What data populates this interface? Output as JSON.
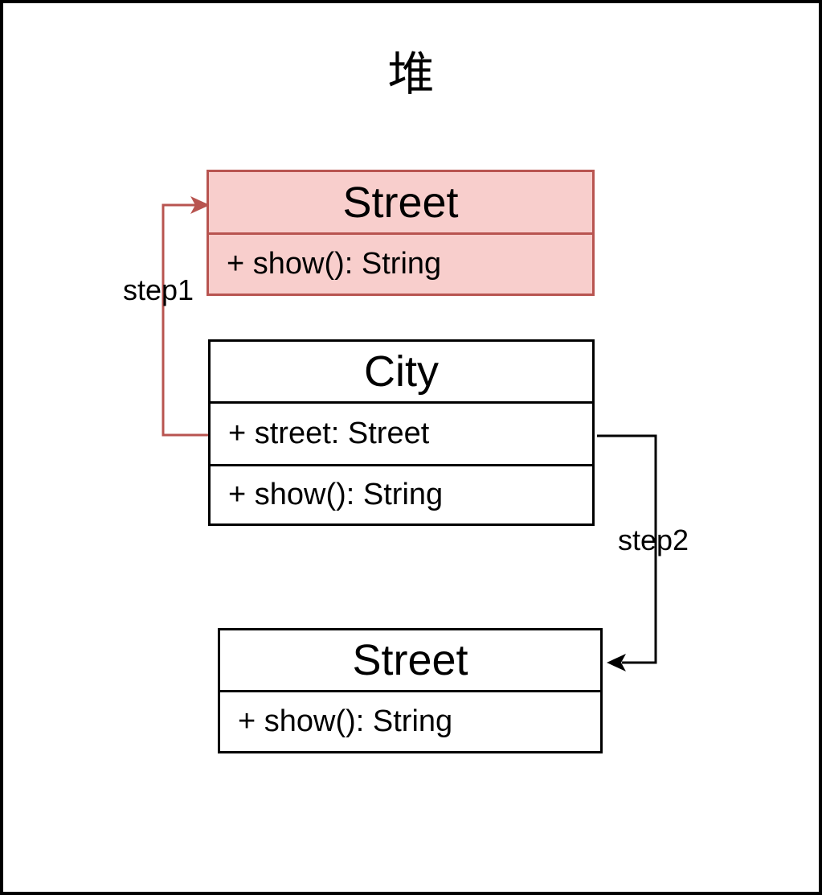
{
  "diagram": {
    "heading": "堆",
    "classes": [
      {
        "name": "Street",
        "members": [
          "+ show(): String"
        ],
        "fill": "#f8cecc",
        "border": "#b85450",
        "highlighted": true
      },
      {
        "name": "City",
        "members": [
          "+ street: Street",
          "+ show(): String"
        ],
        "fill": "#ffffff",
        "border": "#000000",
        "highlighted": false
      },
      {
        "name": "Street",
        "members": [
          "+ show(): String"
        ],
        "fill": "#ffffff",
        "border": "#000000",
        "highlighted": false
      }
    ],
    "edges": [
      {
        "label": "step1",
        "color": "#b85450",
        "from": "City.street",
        "to": "Street (top, highlighted)"
      },
      {
        "label": "step2",
        "color": "#000000",
        "from": "City",
        "to": "Street (bottom)"
      }
    ]
  }
}
